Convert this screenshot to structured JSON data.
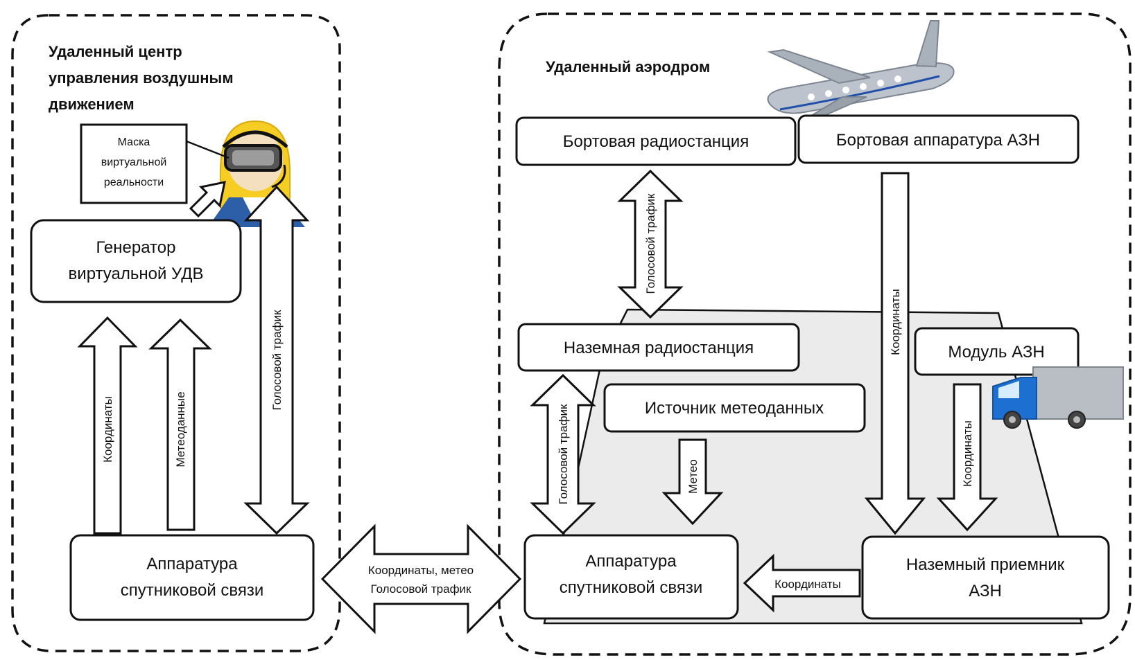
{
  "regions": {
    "control_center_title": [
      "Удаленный центр",
      "управления воздушным",
      "движением"
    ],
    "aerodrome_title": "Удаленный аэродром"
  },
  "left": {
    "vr_mask": [
      "Маска",
      "виртуальной",
      "реальности"
    ],
    "generator": [
      "Генератор",
      "виртуальной УДВ"
    ],
    "sat_equipment": [
      "Аппаратура",
      "спутниковой связи"
    ],
    "arrow_coordinates": "Координаты",
    "arrow_meteo_data": "Метеоданные",
    "arrow_voice": "Голосовой трафик"
  },
  "link": {
    "line1": "Координаты, метео",
    "line2": "Голосовой трафик"
  },
  "right": {
    "onboard_radio": "Бортовая радиостанция",
    "onboard_ads": "Бортовая аппаратура АЗН",
    "ground_radio": "Наземная радиостанция",
    "ads_module": "Модуль АЗН",
    "meteo_source": "Источник метеоданных",
    "sat_equipment": [
      "Аппаратура",
      "спутниковой связи"
    ],
    "ground_receiver": [
      "Наземный приемник",
      "АЗН"
    ],
    "arrow_voice_top": "Голосовой трафик",
    "arrow_voice_bottom": "Голосовой трафик",
    "arrow_coords_long": "Координаты",
    "arrow_coords_short": "Координаты",
    "arrow_meteo": "Метео",
    "arrow_coords_horizontal": "Координаты"
  },
  "icons": [
    "operator-with-headset-icon",
    "airplane-icon",
    "truck-icon"
  ]
}
